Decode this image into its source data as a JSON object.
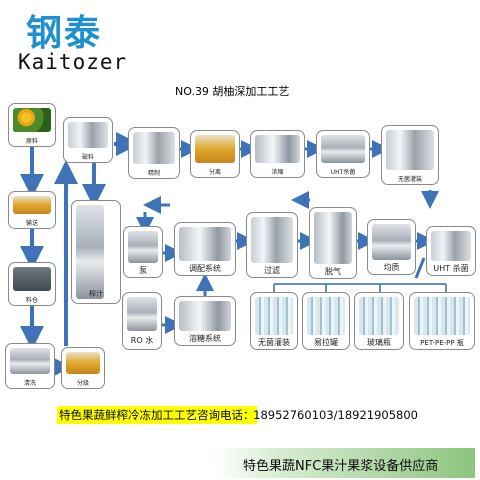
{
  "brand": {
    "name_cn": "钢泰",
    "name_en": "Kaitozer"
  },
  "title": "NO.39  胡柚深加工工艺",
  "nodes": {
    "raw": "原料",
    "transport": "输送",
    "silo": "料仓",
    "wash": "清洗",
    "peel": "破料",
    "press": "榨汁",
    "sort": "分级",
    "refine": "精制",
    "separate": "分离",
    "concentrate": "浓缩",
    "uht_top": "UHT杀菌",
    "aseptic_top": "无菌灌装",
    "pump": "泵",
    "blend": "调配系统",
    "filter": "过滤",
    "deaerate": "脱气",
    "homogenize": "均质",
    "uht": "UHT 杀菌",
    "ro": "RO 水",
    "sugar": "溶糖系统",
    "aseptic_fill": "无菌灌装",
    "can": "易拉罐",
    "glass": "玻璃瓶",
    "pet": "PET-PE-PP  瓶"
  },
  "contact": {
    "label": "特色果蔬鲜榨冷冻加工工艺咨询电话：",
    "phones": "18952760103/18921905800"
  },
  "footer": "特色果蔬NFC果汁果浆设备供应商",
  "colors": {
    "brand_blue": "#1f8fd0",
    "arrow_blue": "#3f73b8",
    "highlight": "#ffff00"
  }
}
